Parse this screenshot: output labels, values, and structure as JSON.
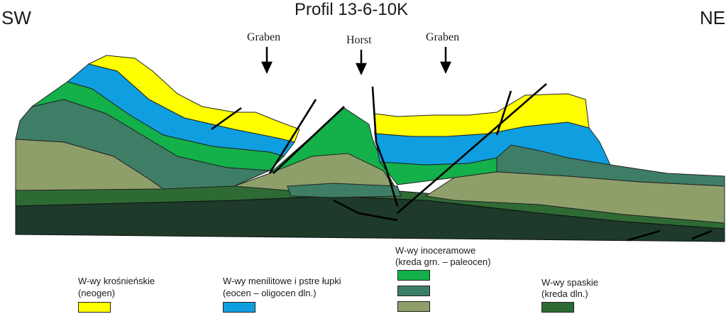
{
  "title": "Profil 13-6-10K",
  "orientation": {
    "left": "SW",
    "right": "NE"
  },
  "structures": [
    "Graben",
    "Horst",
    "Graben"
  ],
  "colors": {
    "neogen_yellow": "#ffff00",
    "menilitic_blue": "#0f9fe0",
    "inoceramian_bright_green": "#14b04a",
    "inoceramian_teal_green": "#3e7e66",
    "inoceramian_olive": "#8f9f6a",
    "spas_dark_green": "#2e6b34",
    "deep_dark": "#1d3a2a",
    "fault_line": "#000000"
  },
  "legend": {
    "krosno": {
      "line1": "W-wy krośnieńskie",
      "line2": "(neogen)",
      "color": "#ffff00"
    },
    "menilite": {
      "line1": "W-wy menilitowe i pstre łupki",
      "line2": "(eocen – oligocen dln.)",
      "color": "#0f9fe0"
    },
    "inoceramian": {
      "line1": "W-wy inoceramowe",
      "line2": "(kreda grn. – paleocen)",
      "colors": [
        "#14b04a",
        "#3e7e66",
        "#8f9f6a"
      ]
    },
    "spas": {
      "line1": "W-wy spaskie",
      "line2": "(kreda dln.)",
      "color": "#2e6b34"
    }
  }
}
